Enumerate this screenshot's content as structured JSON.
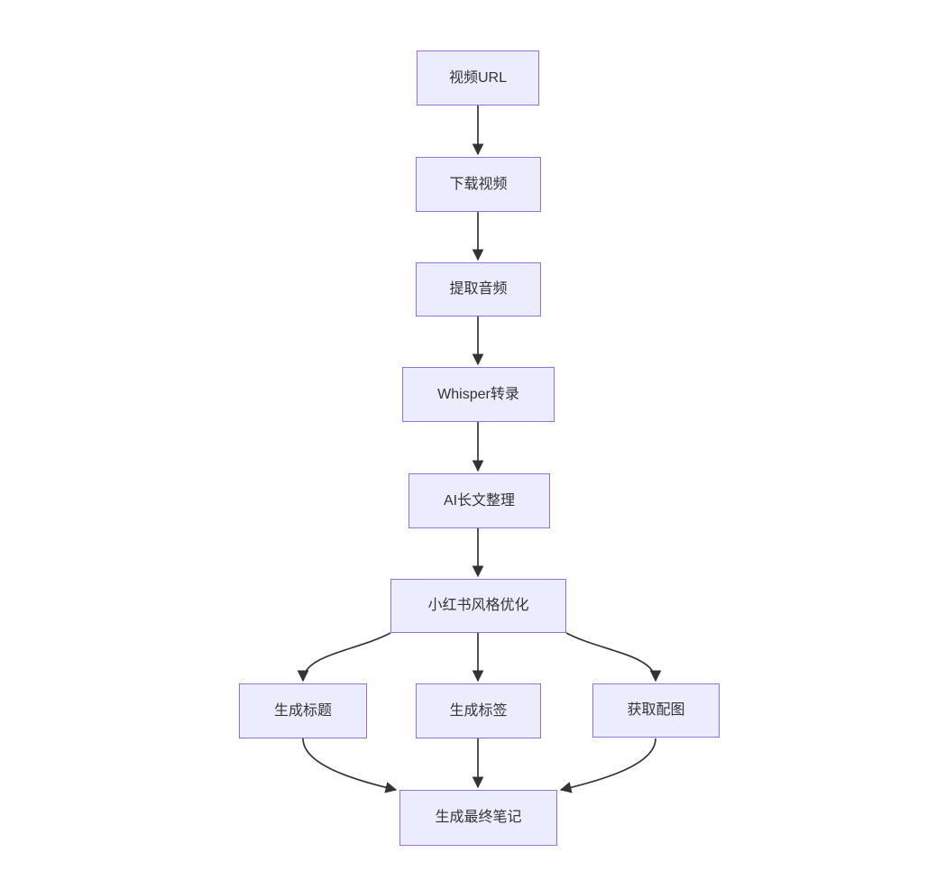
{
  "diagram": {
    "type": "flowchart",
    "direction": "top-down",
    "colors": {
      "background": "#ffffff",
      "node_fill": "#ECECFF",
      "node_border": "#9370DB",
      "edge_stroke": "#333333",
      "text": "#333333"
    },
    "nodes": [
      {
        "id": "video-url",
        "label": "视频URL"
      },
      {
        "id": "download",
        "label": "下载视频"
      },
      {
        "id": "extract",
        "label": "提取音频"
      },
      {
        "id": "whisper",
        "label": "Whisper转录"
      },
      {
        "id": "ai-longform",
        "label": "AI长文整理"
      },
      {
        "id": "xhs-style",
        "label": "小红书风格优化"
      },
      {
        "id": "gen-title",
        "label": "生成标题"
      },
      {
        "id": "gen-tags",
        "label": "生成标签"
      },
      {
        "id": "get-images",
        "label": "获取配图"
      },
      {
        "id": "final-note",
        "label": "生成最终笔记"
      }
    ],
    "edges": [
      {
        "from": "video-url",
        "to": "download"
      },
      {
        "from": "download",
        "to": "extract"
      },
      {
        "from": "extract",
        "to": "whisper"
      },
      {
        "from": "whisper",
        "to": "ai-longform"
      },
      {
        "from": "ai-longform",
        "to": "xhs-style"
      },
      {
        "from": "xhs-style",
        "to": "gen-title"
      },
      {
        "from": "xhs-style",
        "to": "gen-tags"
      },
      {
        "from": "xhs-style",
        "to": "get-images"
      },
      {
        "from": "gen-title",
        "to": "final-note"
      },
      {
        "from": "gen-tags",
        "to": "final-note"
      },
      {
        "from": "get-images",
        "to": "final-note"
      }
    ]
  }
}
